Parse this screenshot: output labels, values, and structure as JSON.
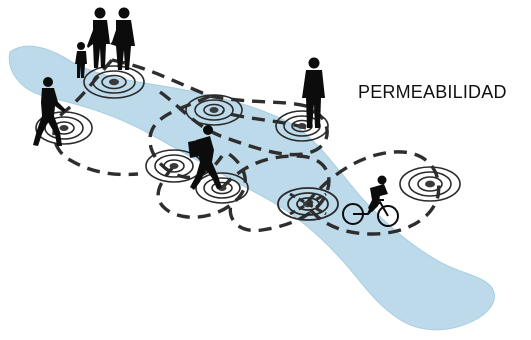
{
  "diagram": {
    "label": "PERMEABILIDAD",
    "colors": {
      "river": "#bcdaea",
      "river_edge": "#a9cde0",
      "lines": "#2e2e2e",
      "figures": "#0c0c0c",
      "background": "#ffffff"
    },
    "nodes": [
      {
        "id": "family-node",
        "icon": "concentric-target-icon"
      },
      {
        "id": "walker-node",
        "icon": "concentric-target-icon"
      },
      {
        "id": "center-node",
        "icon": "concentric-target-icon"
      },
      {
        "id": "standing-man-node",
        "icon": "concentric-target-icon"
      },
      {
        "id": "left-middle-node",
        "icon": "concentric-target-icon"
      },
      {
        "id": "hiker-node",
        "icon": "concentric-target-icon"
      },
      {
        "id": "river-crossing-node",
        "icon": "concentric-target-icon"
      },
      {
        "id": "right-node",
        "icon": "concentric-target-icon"
      }
    ],
    "figures": [
      {
        "id": "family",
        "icon": "family-silhouette-icon"
      },
      {
        "id": "walking-man",
        "icon": "walking-man-icon"
      },
      {
        "id": "standing-man",
        "icon": "standing-man-icon"
      },
      {
        "id": "hiker",
        "icon": "hiker-silhouette-icon"
      },
      {
        "id": "cyclist",
        "icon": "cyclist-silhouette-icon"
      }
    ]
  }
}
